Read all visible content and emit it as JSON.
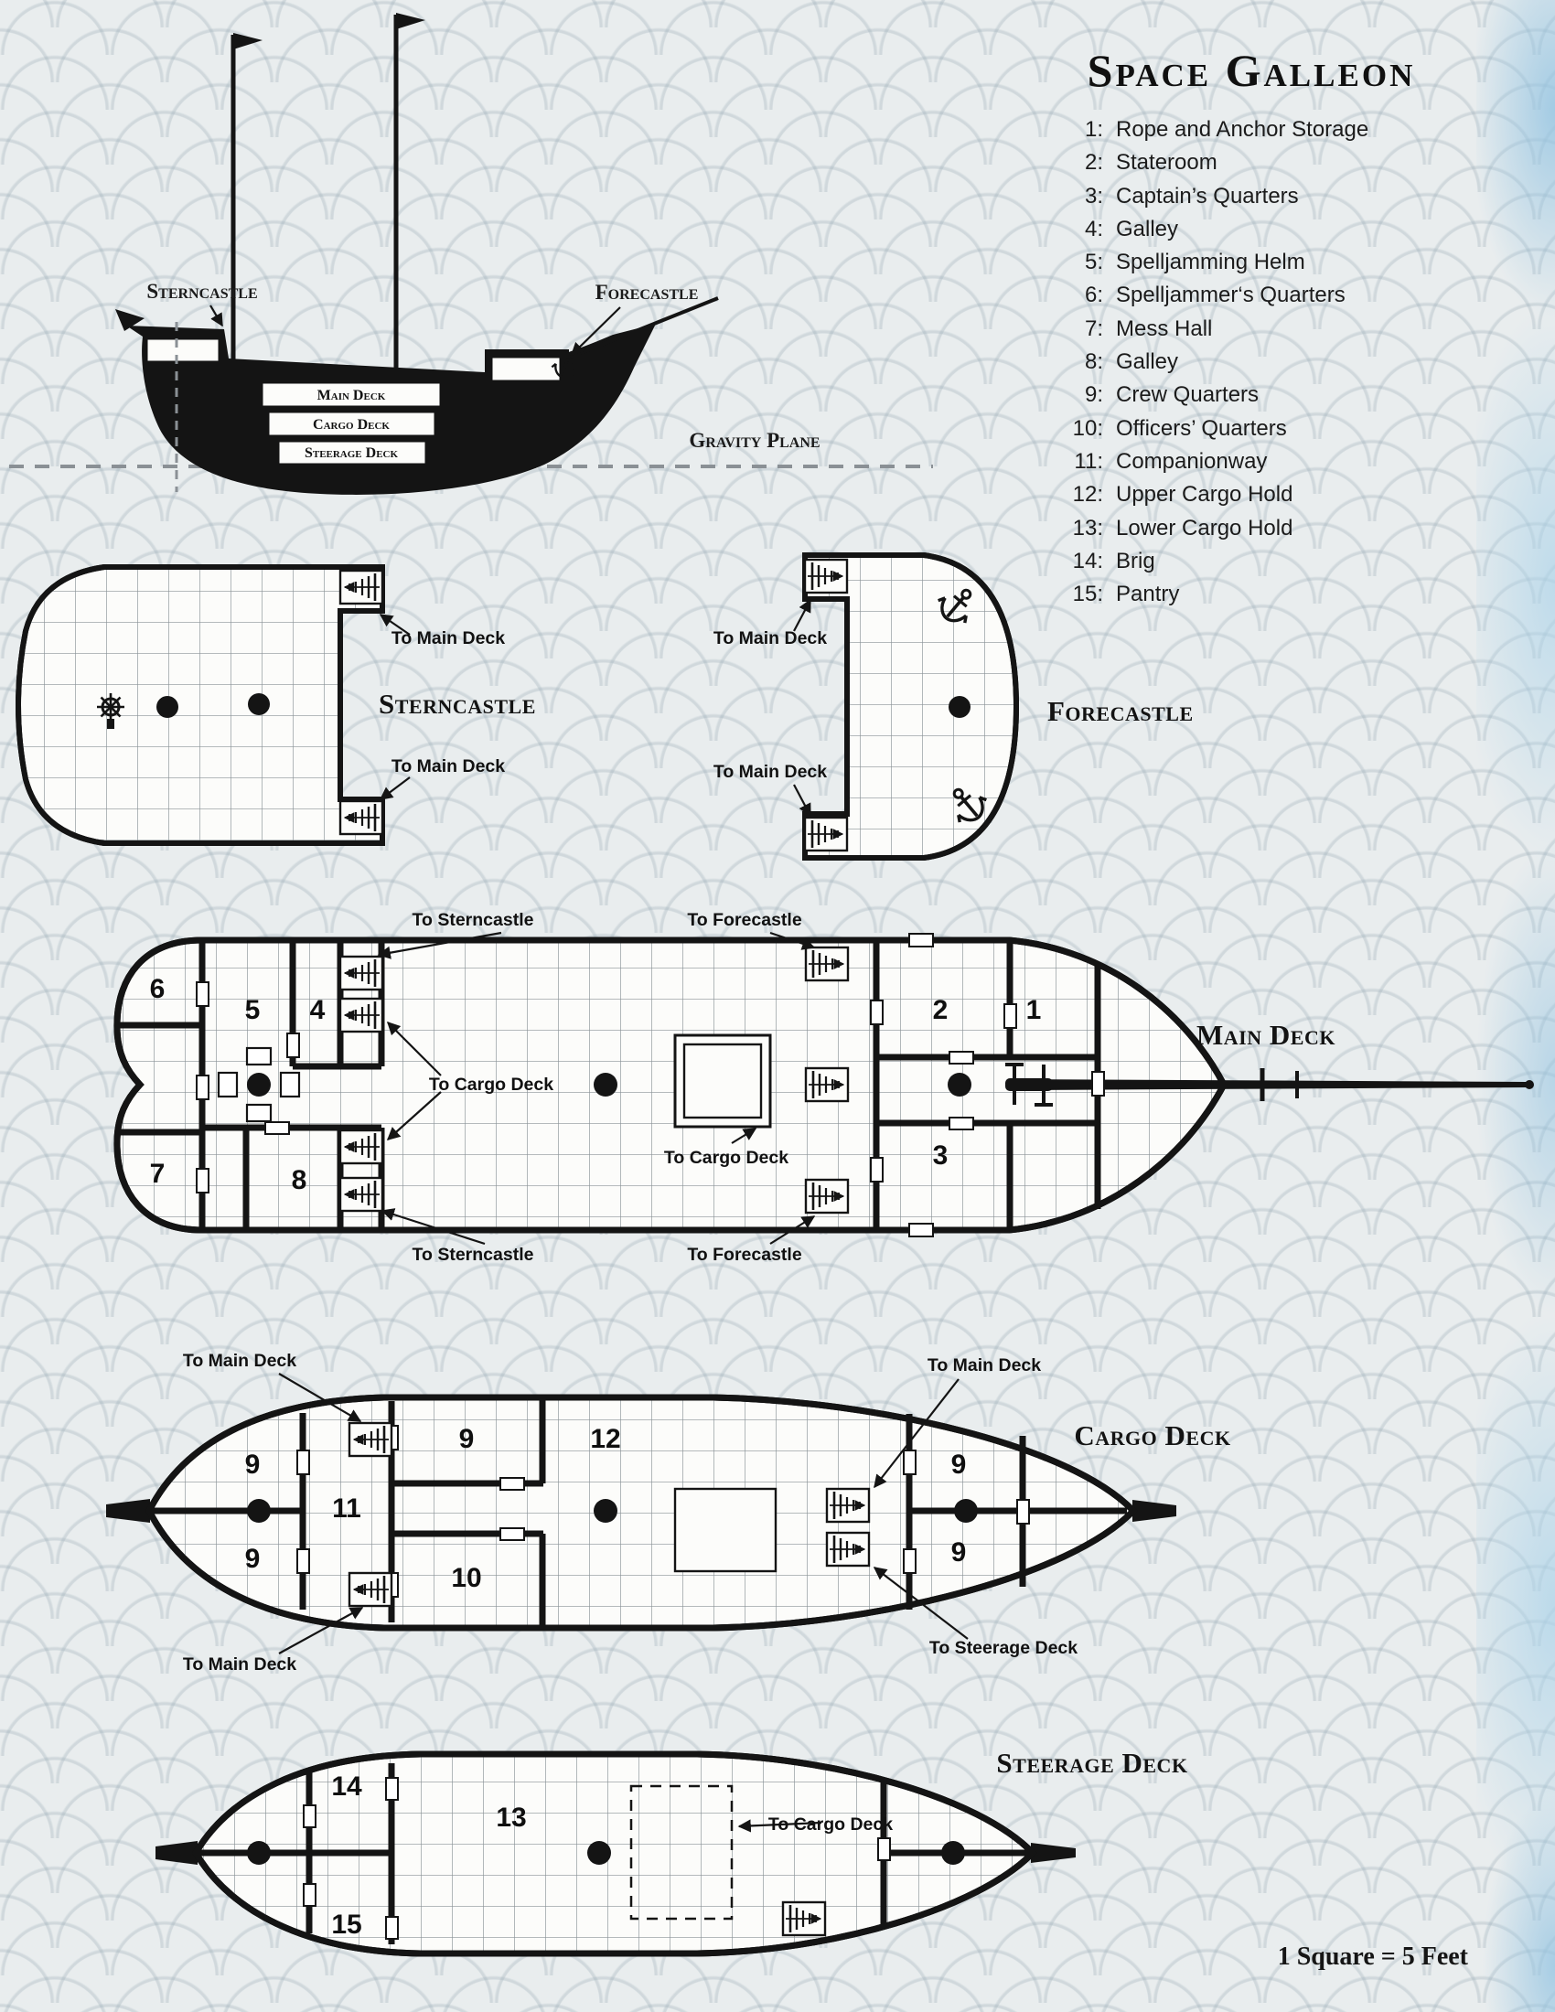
{
  "title": "Space Galleon",
  "scale_note": "1 Square = 5 Feet",
  "colors": {
    "ink": "#141414",
    "paper": "#e9edee",
    "hull": "#fcfcfa",
    "water_accent": "#a9cfe4"
  },
  "icons": {
    "stairs": "stairs-icon",
    "mast": "mast-icon",
    "anchor": "anchor-icon",
    "ships_wheel": "ships-wheel-icon",
    "capstan": "capstan-icon",
    "helm_table": "helm-table-icon",
    "cargo_hatch": "cargo-hatch",
    "gravity_plane_line": "gravity-plane-line"
  },
  "legend": {
    "items": [
      {
        "num": "1:",
        "label": "Rope and Anchor Storage"
      },
      {
        "num": "2:",
        "label": "Stateroom"
      },
      {
        "num": "3:",
        "label": "Captain’s Quarters"
      },
      {
        "num": "4:",
        "label": "Galley"
      },
      {
        "num": "5:",
        "label": "Spelljamming Helm"
      },
      {
        "num": "6:",
        "label": "Spelljammer‘s Quarters"
      },
      {
        "num": "7:",
        "label": "Mess Hall"
      },
      {
        "num": "8:",
        "label": "Galley"
      },
      {
        "num": "9:",
        "label": "Crew Quarters"
      },
      {
        "num": "10:",
        "label": "Officers’ Quarters"
      },
      {
        "num": "11:",
        "label": "Companionway"
      },
      {
        "num": "12:",
        "label": "Upper Cargo Hold"
      },
      {
        "num": "13:",
        "label": "Lower Cargo Hold"
      },
      {
        "num": "14:",
        "label": "Brig"
      },
      {
        "num": "15:",
        "label": "Pantry"
      }
    ]
  },
  "side_view": {
    "sterncastle": "Sterncastle",
    "forecastle": "Forecastle",
    "main_deck": "Main Deck",
    "cargo_deck": "Cargo Deck",
    "steerage_deck": "Steerage Deck",
    "gravity_plane": "Gravity Plane"
  },
  "sterncastle_deck": {
    "title": "Sterncastle",
    "to_main_deck_top": "To Main Deck",
    "to_main_deck_bottom": "To Main Deck"
  },
  "forecastle_deck": {
    "title": "Forecastle",
    "to_main_deck_top": "To Main Deck",
    "to_main_deck_bottom": "To Main Deck"
  },
  "main_deck": {
    "title": "Main Deck",
    "to_sterncastle_top": "To Sterncastle",
    "to_forecastle_top": "To Forecastle",
    "to_cargo_deck_left": "To Cargo Deck",
    "to_cargo_deck_center": "To Cargo Deck",
    "to_sterncastle_bottom": "To Sterncastle",
    "to_forecastle_bottom": "To Forecastle",
    "rooms": {
      "r6": "6",
      "r5": "5",
      "r4": "4",
      "r7": "7",
      "r8": "8",
      "r2": "2",
      "r1": "1",
      "r3": "3"
    }
  },
  "cargo_deck": {
    "title": "Cargo Deck",
    "to_main_deck_top_left": "To Main Deck",
    "to_main_deck_bottom_left": "To Main Deck",
    "to_main_deck_right": "To Main Deck",
    "to_steerage_deck": "To Steerage Deck",
    "rooms": {
      "r9a": "9",
      "r9b": "9",
      "r11": "11",
      "r9c": "9",
      "r10": "10",
      "r12": "12",
      "r9d": "9",
      "r9e": "9"
    }
  },
  "steerage_deck": {
    "title": "Steerage Deck",
    "to_cargo_deck": "To Cargo Deck",
    "rooms": {
      "r14": "14",
      "r13": "13",
      "r15": "15"
    }
  }
}
